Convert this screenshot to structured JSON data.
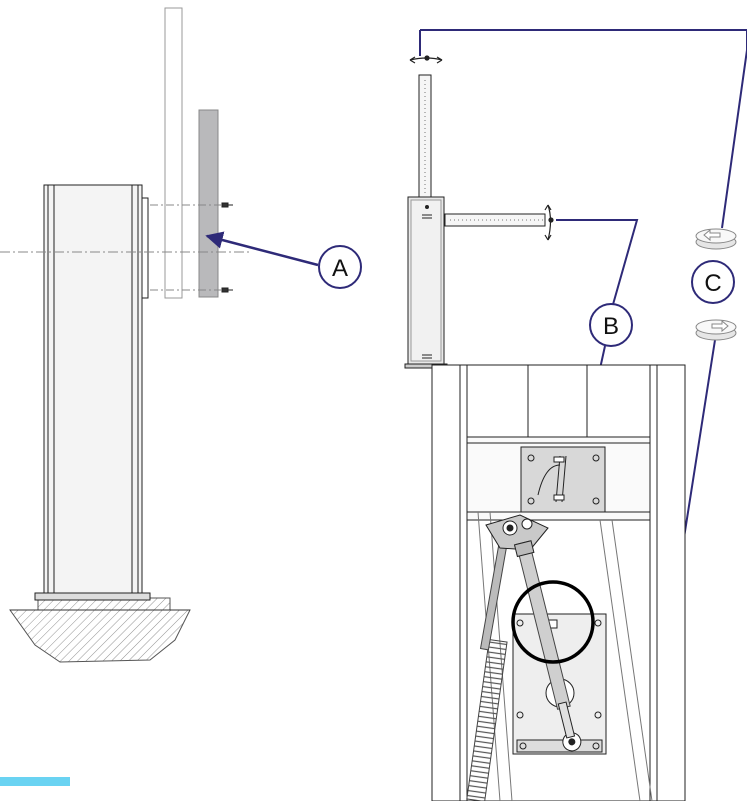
{
  "callouts": {
    "a": "A",
    "b": "B",
    "c": "C"
  },
  "colors": {
    "leader": "#2e2a78",
    "outline": "#222222",
    "panel_fill": "#b9b9bb",
    "light_fill": "#eeeeee",
    "accent_bar": "#6ad3f2",
    "highlight_ring": "#000000"
  },
  "icons": {
    "rotate_ccw": "rotate-counterclockwise-icon",
    "rotate_cw": "rotate-clockwise-icon",
    "pivot_arrows": "pivot-arrows-icon"
  }
}
